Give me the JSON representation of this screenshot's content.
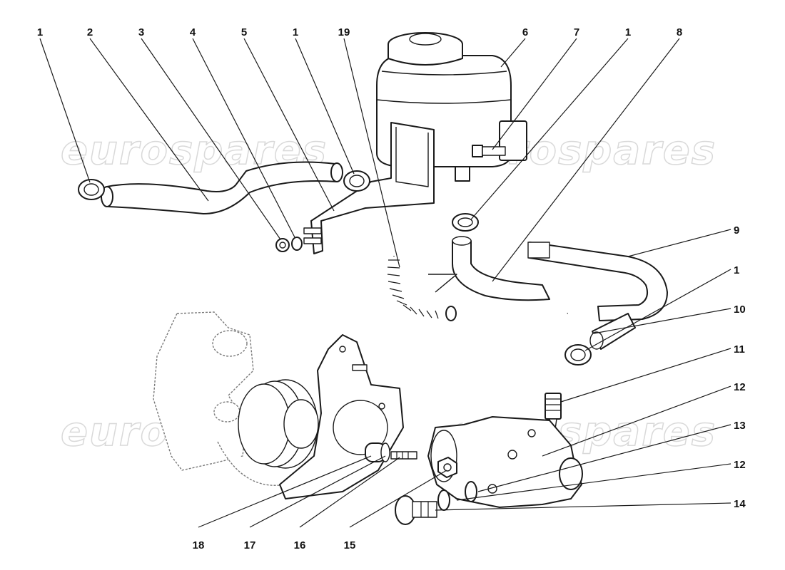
{
  "watermark": {
    "text": "eurospares"
  },
  "callouts": [
    {
      "label": "1"
    },
    {
      "label": "2"
    },
    {
      "label": "3"
    },
    {
      "label": "4"
    },
    {
      "label": "5"
    },
    {
      "label": "1"
    },
    {
      "label": "19"
    },
    {
      "label": "6"
    },
    {
      "label": "7"
    },
    {
      "label": "1"
    },
    {
      "label": "8"
    },
    {
      "label": "9"
    },
    {
      "label": "1"
    },
    {
      "label": "10"
    },
    {
      "label": "11"
    },
    {
      "label": "12"
    },
    {
      "label": "13"
    },
    {
      "label": "12"
    },
    {
      "label": "14"
    },
    {
      "label": "18"
    },
    {
      "label": "17"
    },
    {
      "label": "16"
    },
    {
      "label": "15"
    }
  ]
}
